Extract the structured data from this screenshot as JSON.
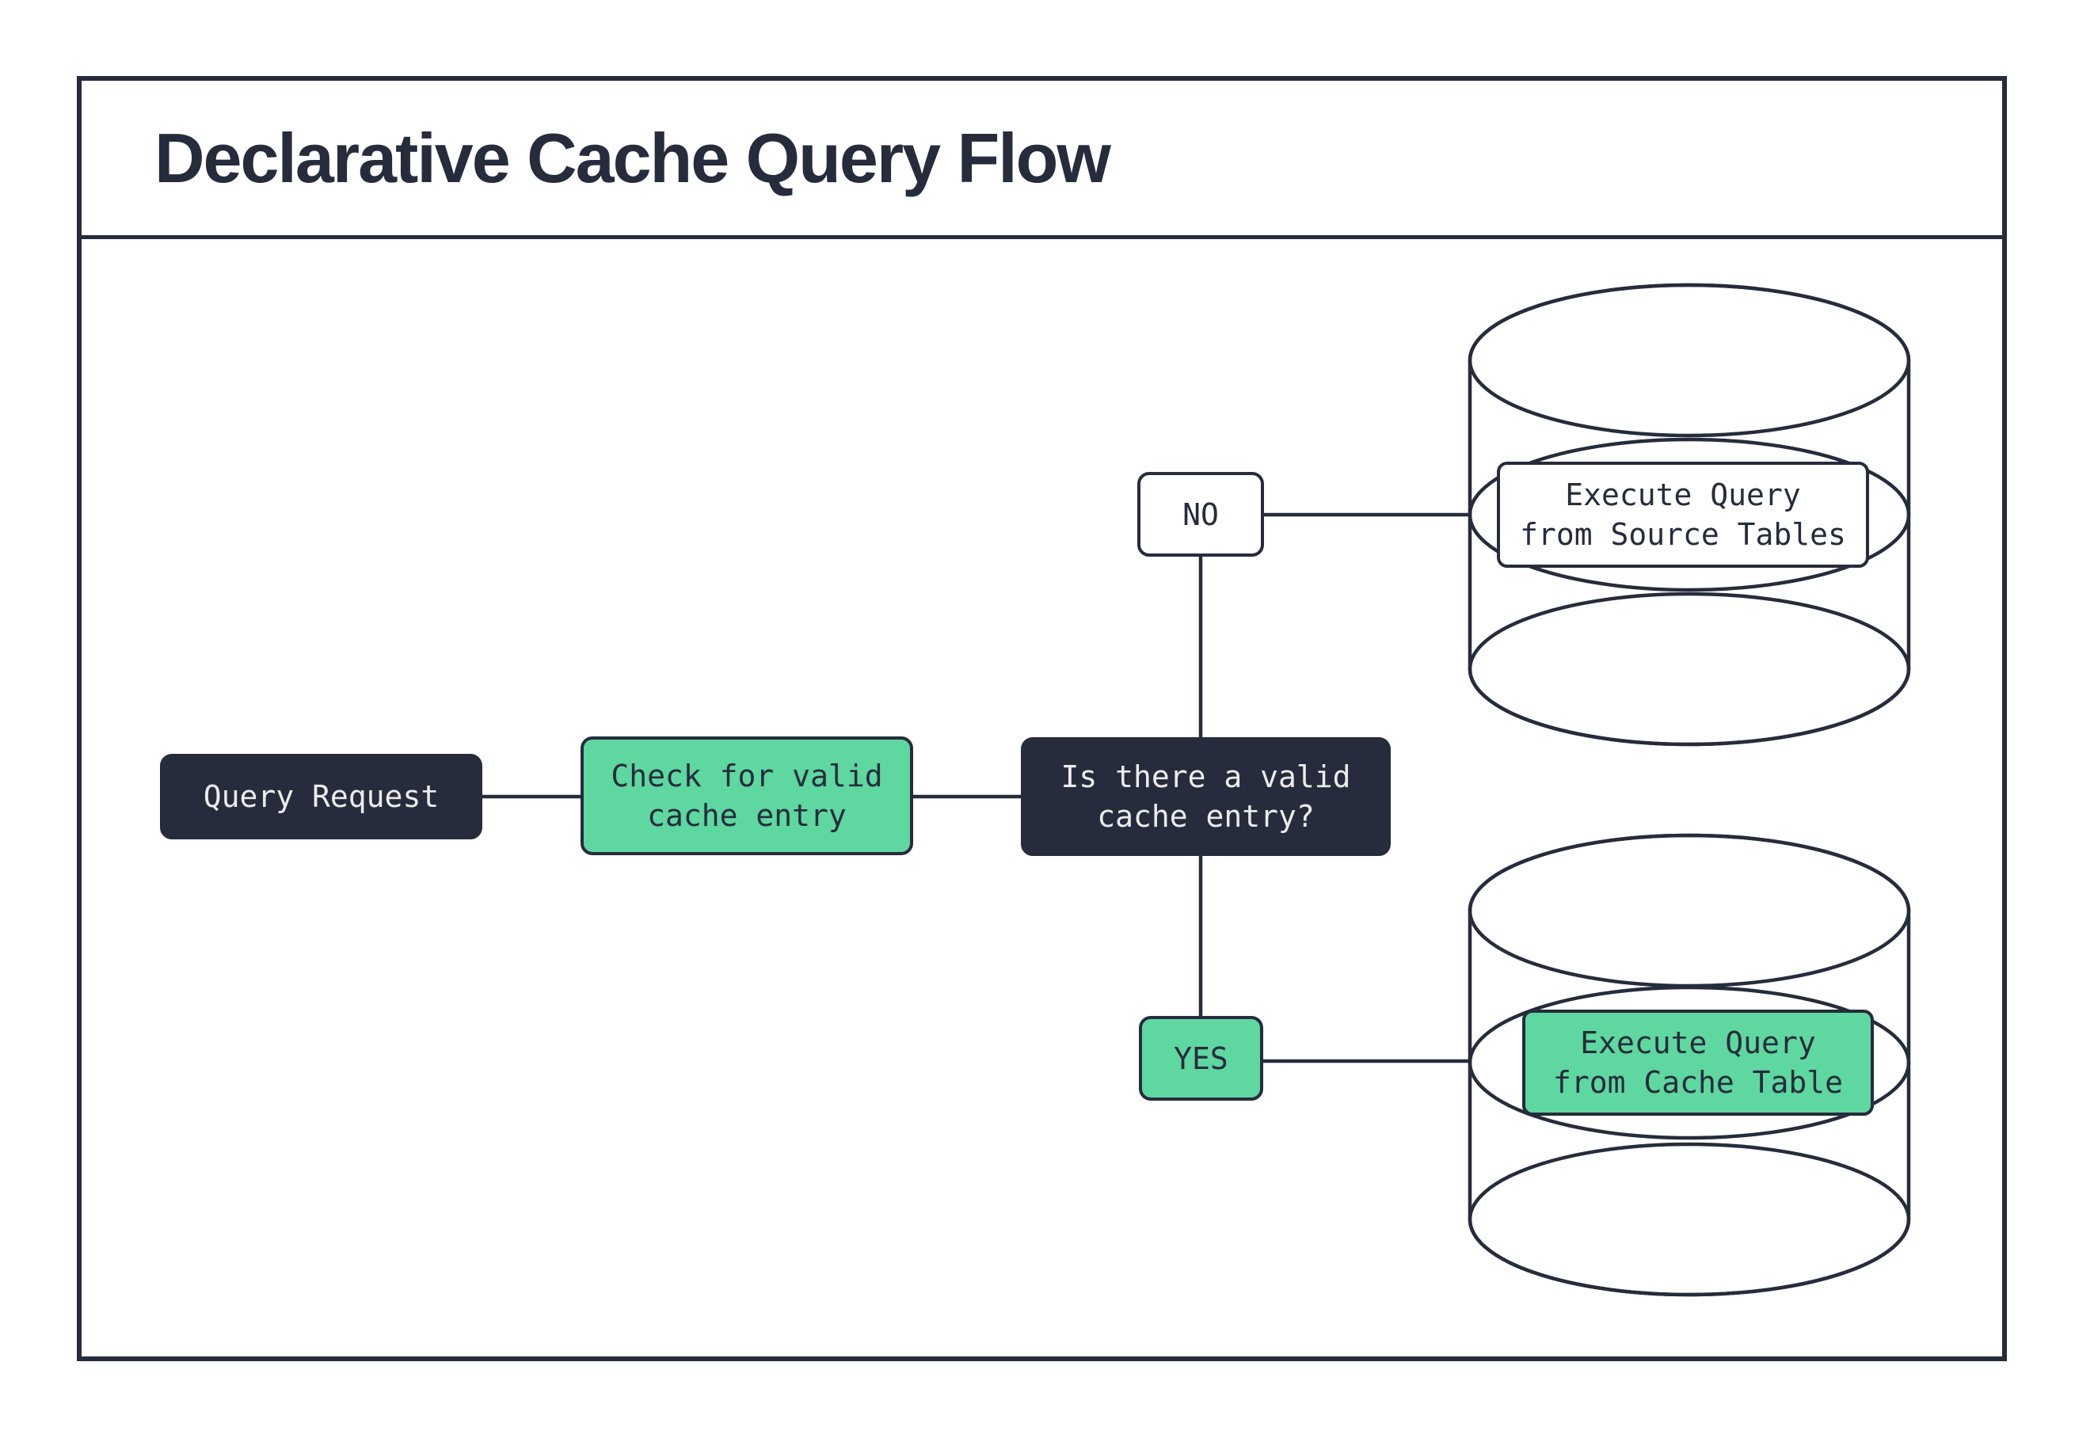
{
  "title": "Declarative Cache Query Flow",
  "nodes": {
    "query_request": {
      "label": "Query Request"
    },
    "check_cache": {
      "line1": "Check for valid",
      "line2": "cache entry"
    },
    "decision": {
      "line1": "Is there a valid",
      "line2": "cache entry?"
    },
    "no_badge": {
      "label": "NO"
    },
    "yes_badge": {
      "label": "YES"
    },
    "exec_source": {
      "line1": "Execute Query",
      "line2": "from Source Tables"
    },
    "exec_cache": {
      "line1": "Execute Query",
      "line2": "from Cache Table"
    }
  },
  "edges": [
    {
      "from": "query_request",
      "to": "check_cache"
    },
    {
      "from": "check_cache",
      "to": "decision"
    },
    {
      "from": "decision",
      "to": "no_badge"
    },
    {
      "from": "no_badge",
      "to": "exec_source"
    },
    {
      "from": "decision",
      "to": "yes_badge"
    },
    {
      "from": "yes_badge",
      "to": "exec_cache"
    }
  ],
  "colors": {
    "navy": "#262c3b",
    "green": "#5ed7a0",
    "white": "#ffffff",
    "text-on-dark": "#ececec"
  }
}
